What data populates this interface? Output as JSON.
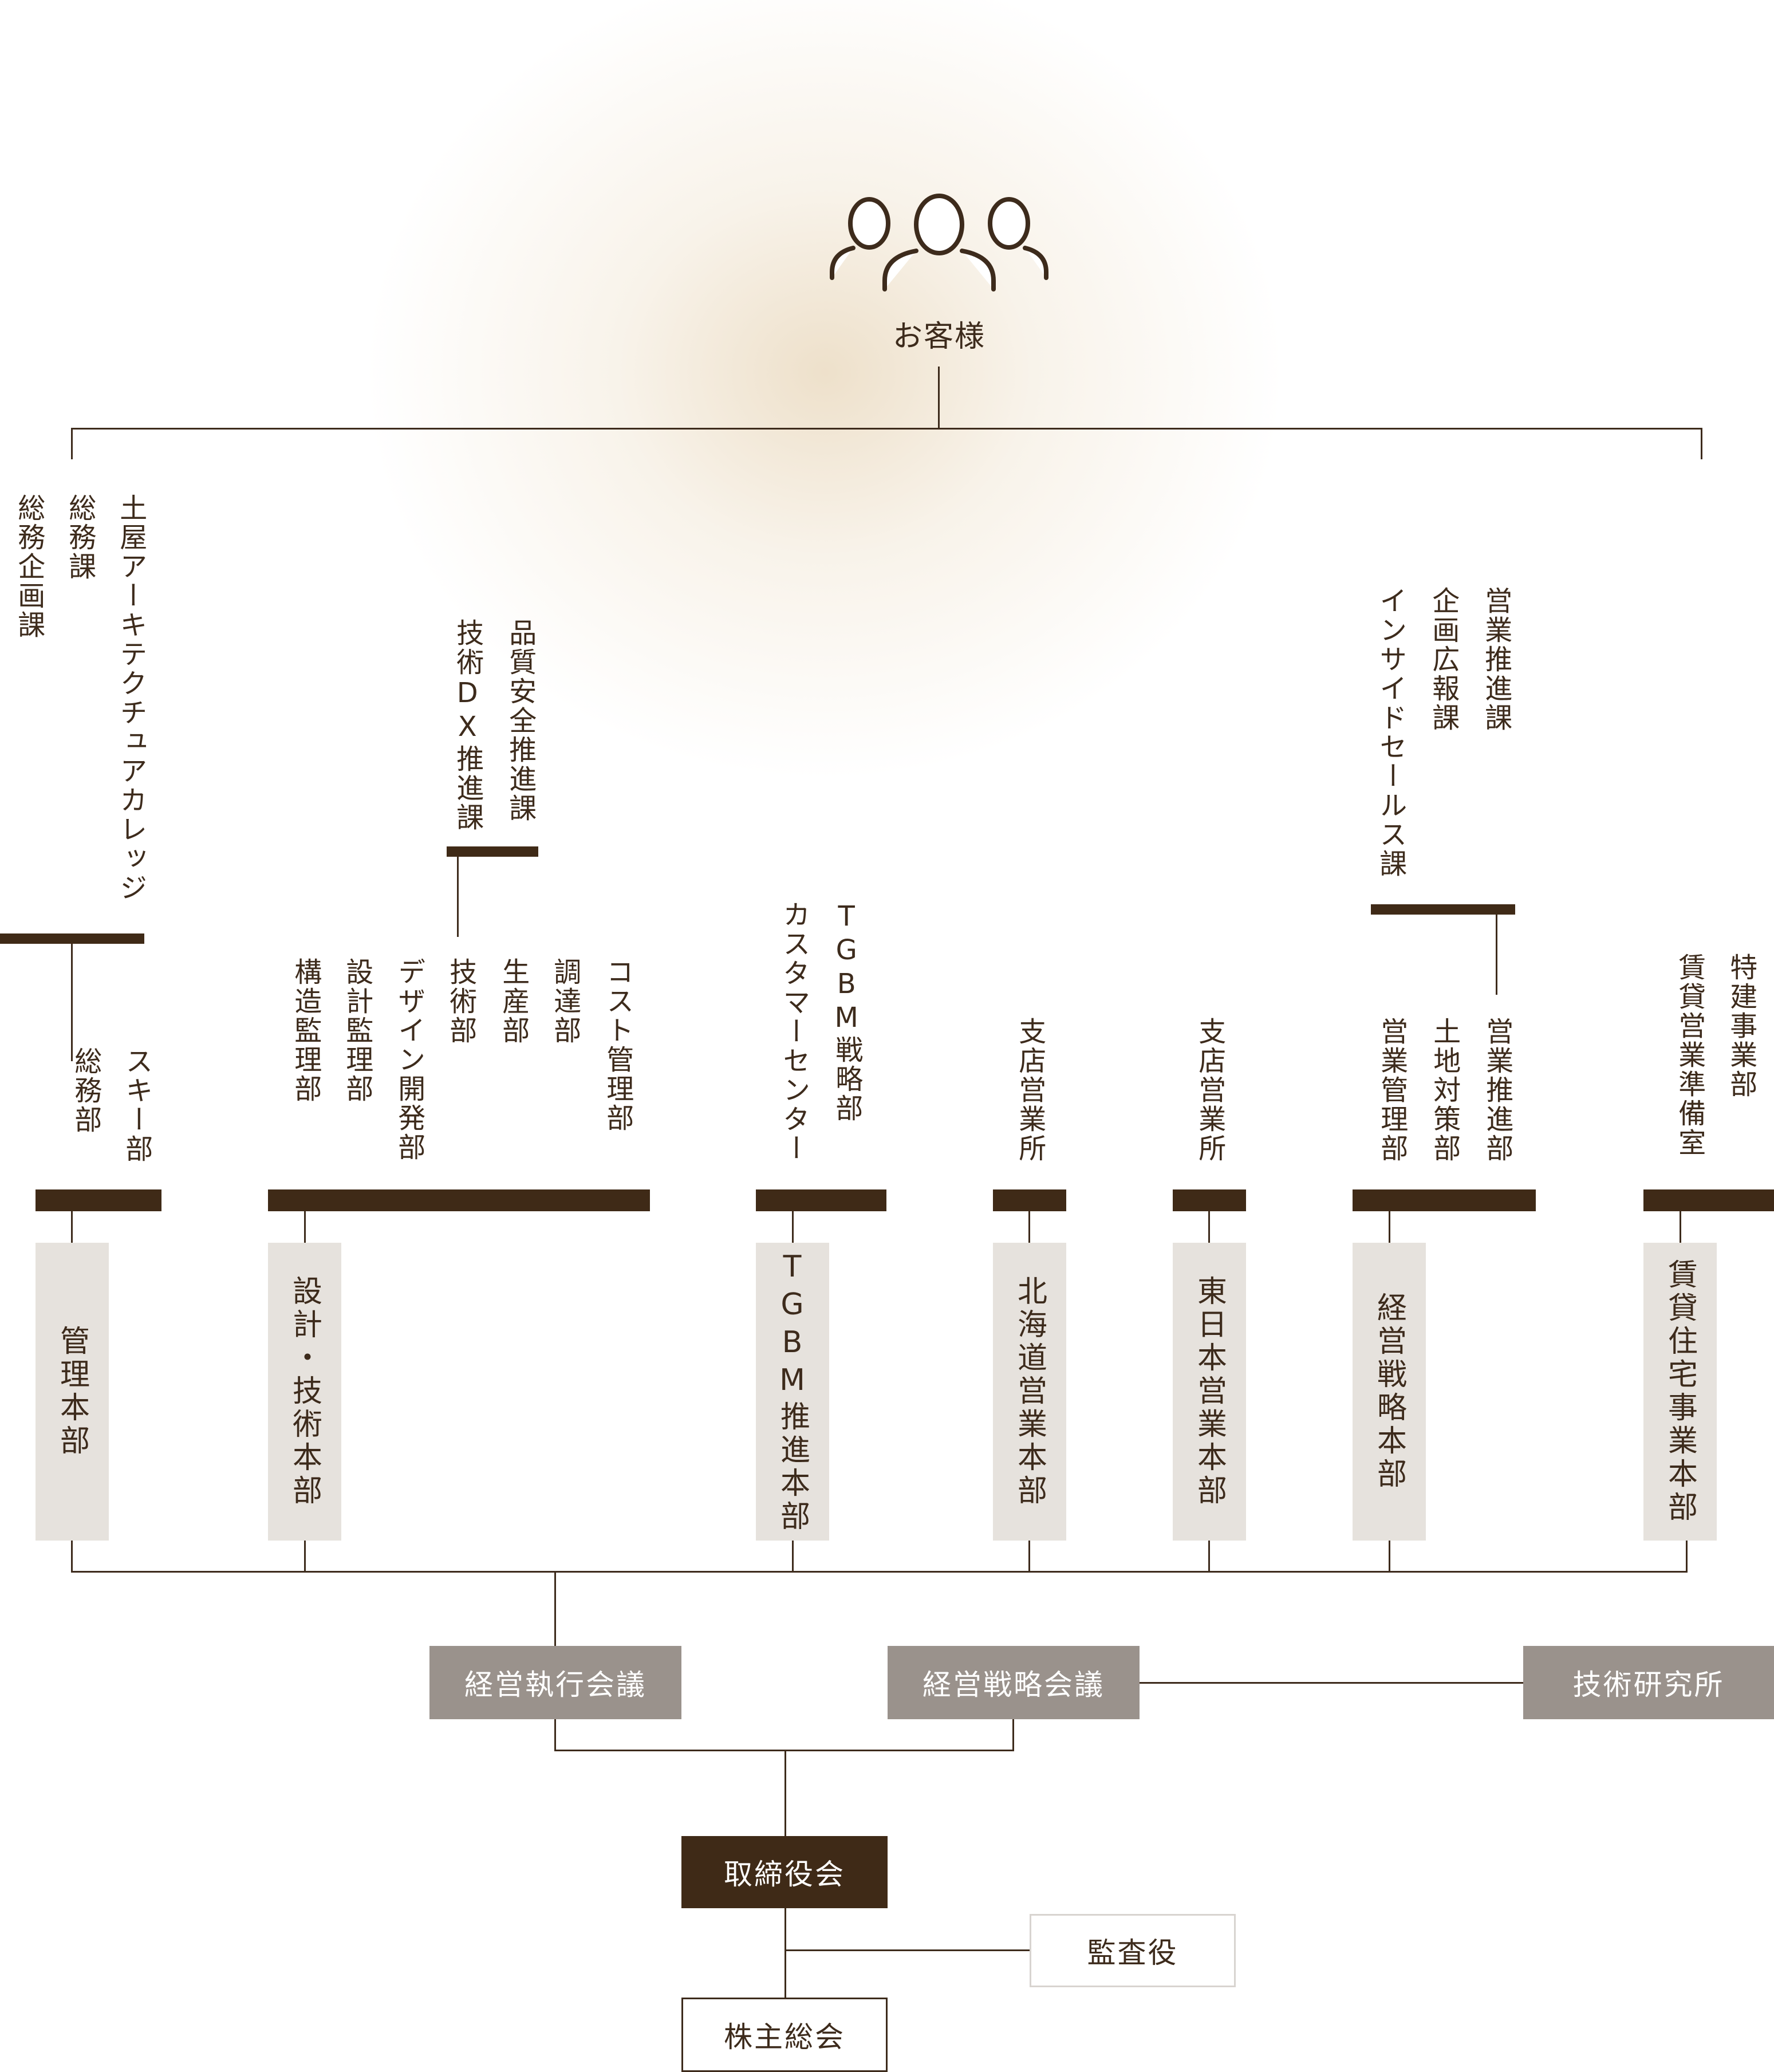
{
  "customer": {
    "label": "お客様",
    "icon": "people-icon"
  },
  "colors": {
    "dark_brown": "#3f2a17",
    "hq_box": "#e6e2dd",
    "meeting_box": "#9a928c",
    "line": "#3d2b1c"
  },
  "headquarters": [
    {
      "name": "管理本部",
      "departments": [
        "スキー部",
        "総務部"
      ],
      "sub_parent": "総務部",
      "sub_sections": [
        "土屋アーキテクチュアカレッジ",
        "総務課",
        "総務企画課"
      ]
    },
    {
      "name": "設計・技術本部",
      "departments": [
        "コスト管理部",
        "調達部",
        "生産部",
        "技術部",
        "デザイン開発部",
        "設計監理部",
        "構造監理部"
      ],
      "sub_parent": "技術部",
      "sub_sections": [
        "品質安全推進課",
        "技術DX推進課"
      ]
    },
    {
      "name": "TGBM推進本部",
      "departments": [
        "TGBM戦略部",
        "カスタマーセンター"
      ]
    },
    {
      "name": "北海道営業本部",
      "departments": [
        "支店営業所"
      ]
    },
    {
      "name": "東日本営業本部",
      "departments": [
        "支店営業所"
      ]
    },
    {
      "name": "経営戦略本部",
      "departments": [
        "営業推進部",
        "土地対策部",
        "営業管理部"
      ],
      "sub_parent": "営業推進部",
      "sub_sections": [
        "営業推進課",
        "企画広報課",
        "インサイドセールス課"
      ]
    },
    {
      "name": "賃貸住宅事業本部",
      "departments": [
        "特建事業部",
        "賃貸営業準備室"
      ]
    }
  ],
  "meetings": {
    "executive": "経営執行会議",
    "strategy": "経営戦略会議",
    "research": "技術研究所"
  },
  "board": "取締役会",
  "auditor": "監査役",
  "shareholders": "株主総会"
}
